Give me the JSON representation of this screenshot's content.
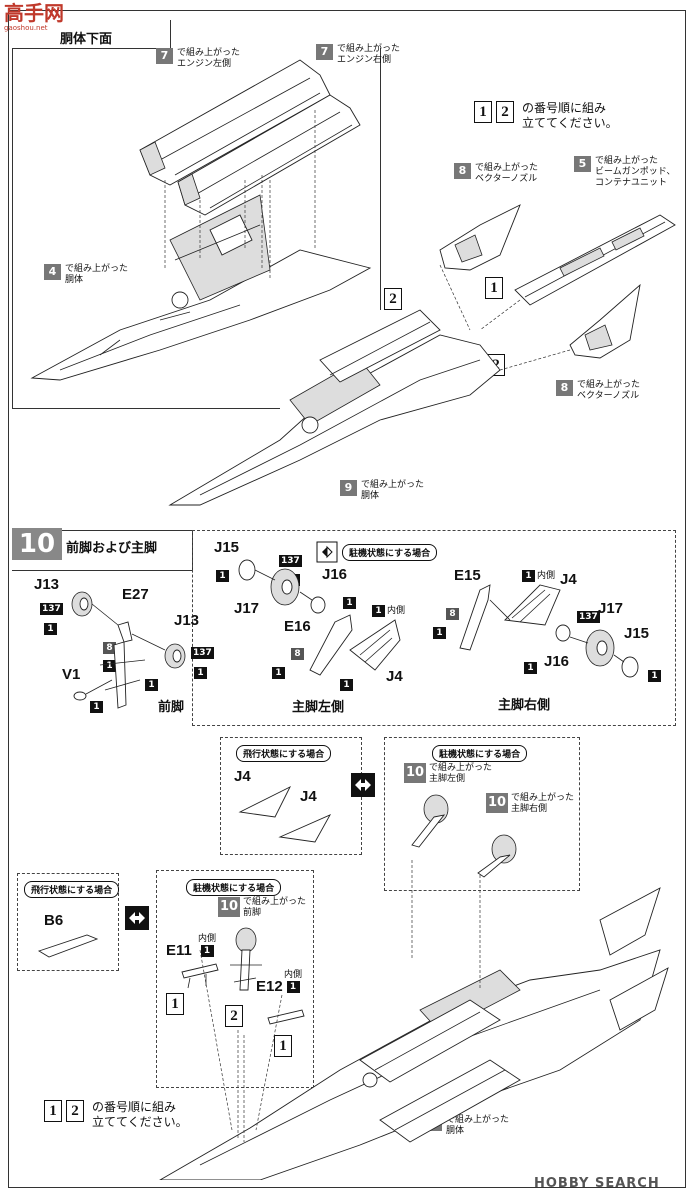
{
  "brand": {
    "logo_text": "高手网",
    "logo_sub": "gaoshou.net"
  },
  "step9": {
    "title": "胴体下面",
    "callouts": [
      {
        "num": "7",
        "text": "で組み上がった\nエンジン左側"
      },
      {
        "num": "7",
        "text": "で組み上がった\nエンジン右側"
      },
      {
        "num": "8",
        "text": "で組み上がった\nベクターノズル"
      },
      {
        "num": "5",
        "text": "で組み上がった\nビームガンポッド、\nコンテナユニット"
      },
      {
        "num": "4",
        "text": "で組み上がった\n胴体"
      },
      {
        "num": "8",
        "text": "で組み上がった\nベクターノズル"
      },
      {
        "num": "9",
        "text": "で組み上がった\n胴体"
      }
    ],
    "order_note": {
      "n1": "1",
      "n2": "2",
      "text": "の番号順に組み\n立ててください。"
    },
    "order_markers": [
      "1",
      "2",
      "2"
    ]
  },
  "step10": {
    "number": "10",
    "title": "前脚および主脚",
    "parked_pill": "駐機状態にする場合",
    "groups": {
      "front": "前脚",
      "left": "主脚左側",
      "right": "主脚右側"
    },
    "parts": {
      "J13a": "J13",
      "J13b": "J13",
      "E27": "E27",
      "V1": "V1",
      "J15a": "J15",
      "J17a": "J17",
      "J16a": "J16",
      "E16": "E16",
      "J4a": "J4",
      "E15": "E15",
      "J4b": "J4",
      "J17b": "J17",
      "J15b": "J15",
      "J16b": "J16"
    },
    "qty": "1",
    "sprue": "137",
    "sprue8": "8",
    "inner": "内側",
    "flight_box": {
      "pill": "飛行状態にする場合",
      "part1": "J4",
      "part2": "J4"
    },
    "parked_box": {
      "pill": "駐機状態にする場合",
      "c1": {
        "num": "10",
        "text": "で組み上がった\n主脚左側"
      },
      "c2": {
        "num": "10",
        "text": "で組み上がった\n主脚右側"
      }
    },
    "flight_box2": {
      "pill": "飛行状態にする場合",
      "part": "B6"
    },
    "parked_box2": {
      "pill": "駐機状態にする場合",
      "c1": {
        "num": "10",
        "text": "で組み上がった\n前脚"
      },
      "e11": "E11",
      "e12": "E12",
      "inner": "内側",
      "m1": "1",
      "m2": "2",
      "m3": "1"
    },
    "order_note": {
      "n1": "1",
      "n2": "2",
      "text": "の番号順に組み\n立ててください。"
    },
    "final": {
      "num": "9",
      "text": "で組み上がった\n胴体"
    }
  },
  "watermark": "HOBBY SEARCH"
}
